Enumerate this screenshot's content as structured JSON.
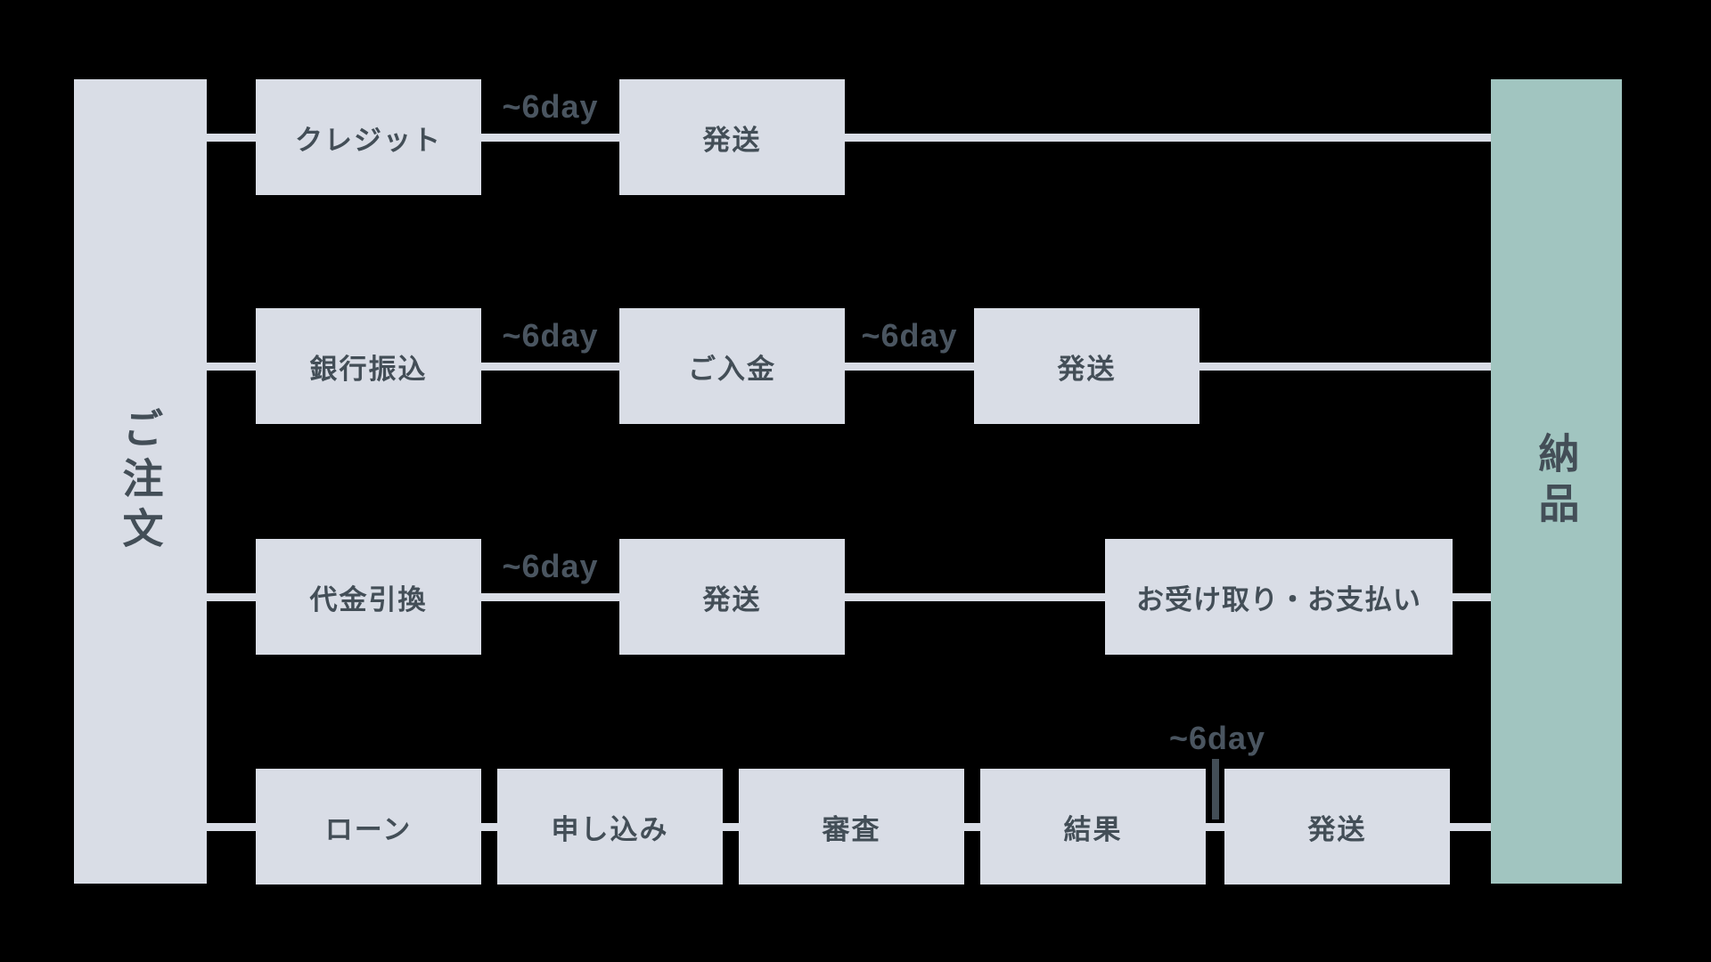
{
  "colors": {
    "background": "#000000",
    "box_fill": "#d9dde6",
    "accent_fill": "#a1c5c0",
    "text": "#434e57",
    "duration_text": "#4a5560"
  },
  "entry": {
    "label": "ご注文"
  },
  "exit": {
    "label": "納品"
  },
  "paths": [
    {
      "id": "credit",
      "steps": [
        {
          "label": "クレジット"
        },
        {
          "label": "発送",
          "lead_label": "~6day"
        }
      ]
    },
    {
      "id": "bank_transfer",
      "steps": [
        {
          "label": "銀行振込"
        },
        {
          "label": "ご入金",
          "lead_label": "~6day"
        },
        {
          "label": "発送",
          "lead_label": "~6day"
        }
      ]
    },
    {
      "id": "cash_on_delivery",
      "steps": [
        {
          "label": "代金引換"
        },
        {
          "label": "発送",
          "lead_label": "~6day"
        },
        {
          "label": "お受け取り・お支払い"
        }
      ]
    },
    {
      "id": "loan",
      "steps": [
        {
          "label": "ローン"
        },
        {
          "label": "申し込み"
        },
        {
          "label": "審査"
        },
        {
          "label": "結果"
        },
        {
          "label": "発送",
          "lead_label": "~6day"
        }
      ]
    }
  ]
}
